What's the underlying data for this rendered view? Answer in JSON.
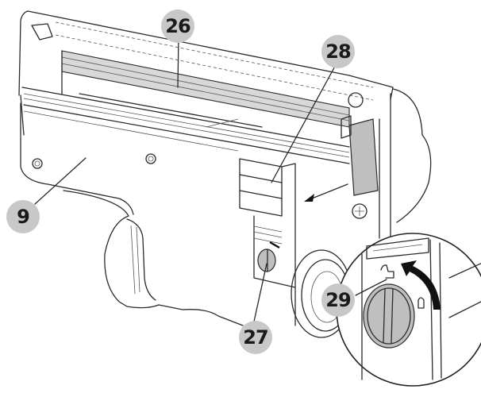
{
  "figure": {
    "description": "Exploded line drawing of printer print-head mechanism with numbered part callouts and a circular magnified detail of the lock knob",
    "callouts": [
      {
        "id": "26",
        "label": "26"
      },
      {
        "id": "28",
        "label": "28"
      },
      {
        "id": "9",
        "label": "9"
      },
      {
        "id": "27",
        "label": "27"
      },
      {
        "id": "29",
        "label": "29"
      }
    ],
    "colors": {
      "callout_fill": "#c8c8c8",
      "callout_text": "#1a1a1a",
      "line": "#2a2a2a",
      "shaded_part": "#bfbfbf",
      "background": "#ffffff"
    }
  }
}
